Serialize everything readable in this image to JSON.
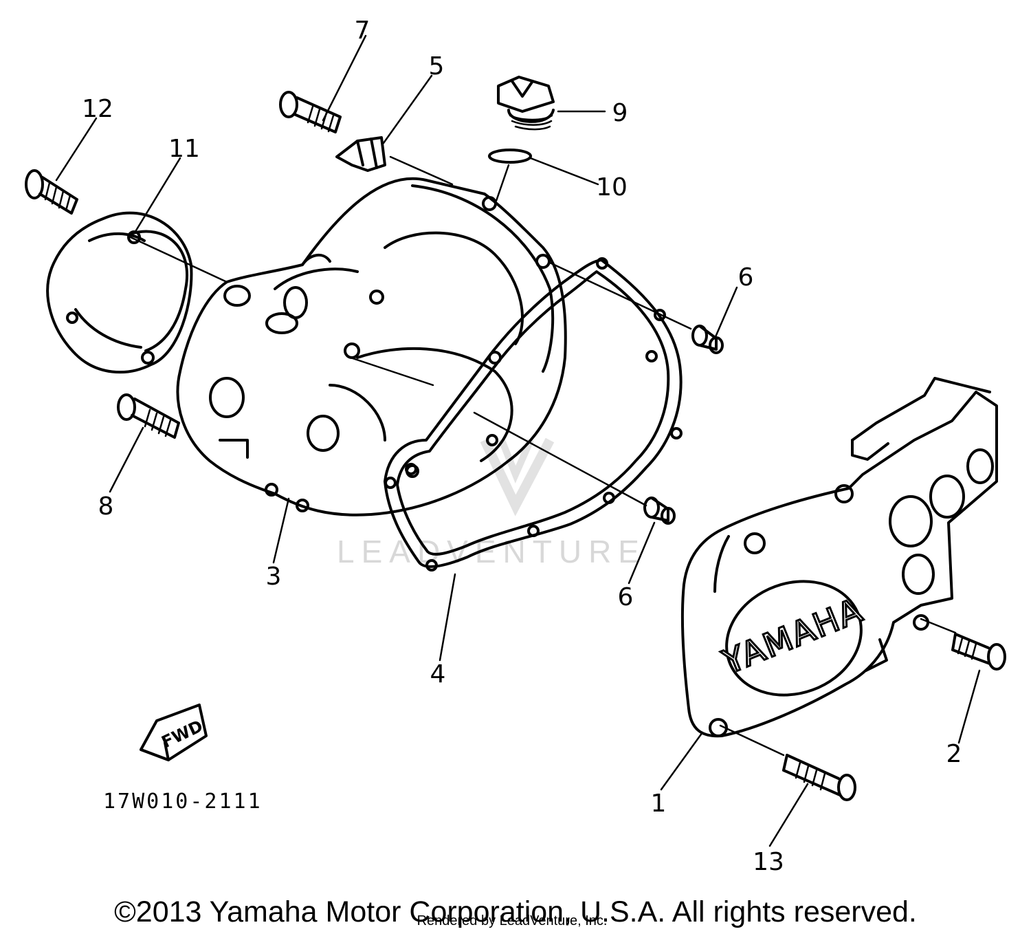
{
  "callouts": [
    {
      "id": "1",
      "label": "1"
    },
    {
      "id": "2",
      "label": "2"
    },
    {
      "id": "3",
      "label": "3"
    },
    {
      "id": "4",
      "label": "4"
    },
    {
      "id": "5",
      "label": "5"
    },
    {
      "id": "6a",
      "label": "6"
    },
    {
      "id": "6b",
      "label": "6"
    },
    {
      "id": "7",
      "label": "7"
    },
    {
      "id": "8",
      "label": "8"
    },
    {
      "id": "9",
      "label": "9"
    },
    {
      "id": "10",
      "label": "10"
    },
    {
      "id": "11",
      "label": "11"
    },
    {
      "id": "12",
      "label": "12"
    },
    {
      "id": "13",
      "label": "13"
    }
  ],
  "cover_brand": "YAMAHA",
  "fwd_label": "FWD",
  "part_code": "17W010-2111",
  "watermark": "LEADVENTURE",
  "copyright": "©2013 Yamaha Motor Corporation, U.S.A. All rights reserved.",
  "rendered_by": "Rendered by LeadVenture, Inc."
}
